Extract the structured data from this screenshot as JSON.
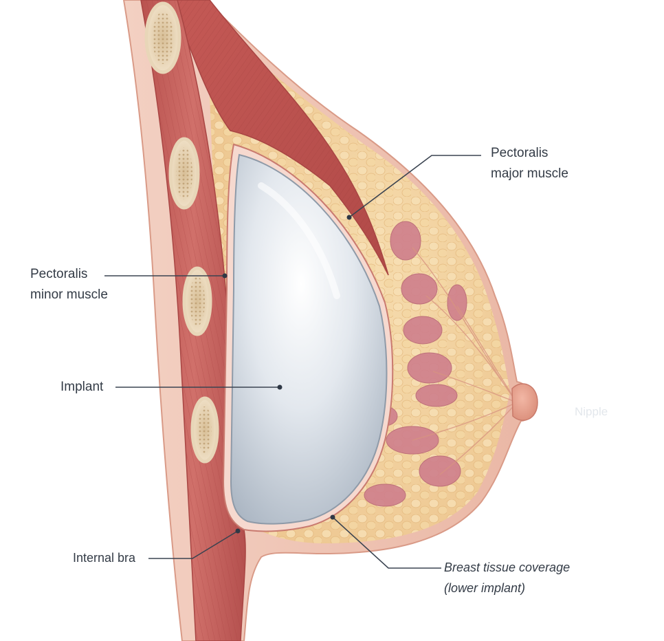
{
  "colors": {
    "background": "#ffffff",
    "label_text": "#333b46",
    "leader_line": "#3a4350",
    "skin": "#efc2b2",
    "muscle": "#c9605c",
    "fat": "#f1d3a0",
    "gland": "#cf7f8c",
    "implant": "#dde3ea",
    "rib": "#ecd9b9"
  },
  "labels": {
    "pectoralis_major": {
      "line1": "Pectoralis",
      "line2": "major muscle"
    },
    "pectoralis_minor": {
      "line1": "Pectoralis",
      "line2": "minor muscle"
    },
    "implant": "Implant",
    "internal_bra": "Internal bra",
    "breast_tissue": {
      "line1": "Breast tissue coverage",
      "line2": "(lower implant)"
    },
    "nipple": "Nipple"
  }
}
